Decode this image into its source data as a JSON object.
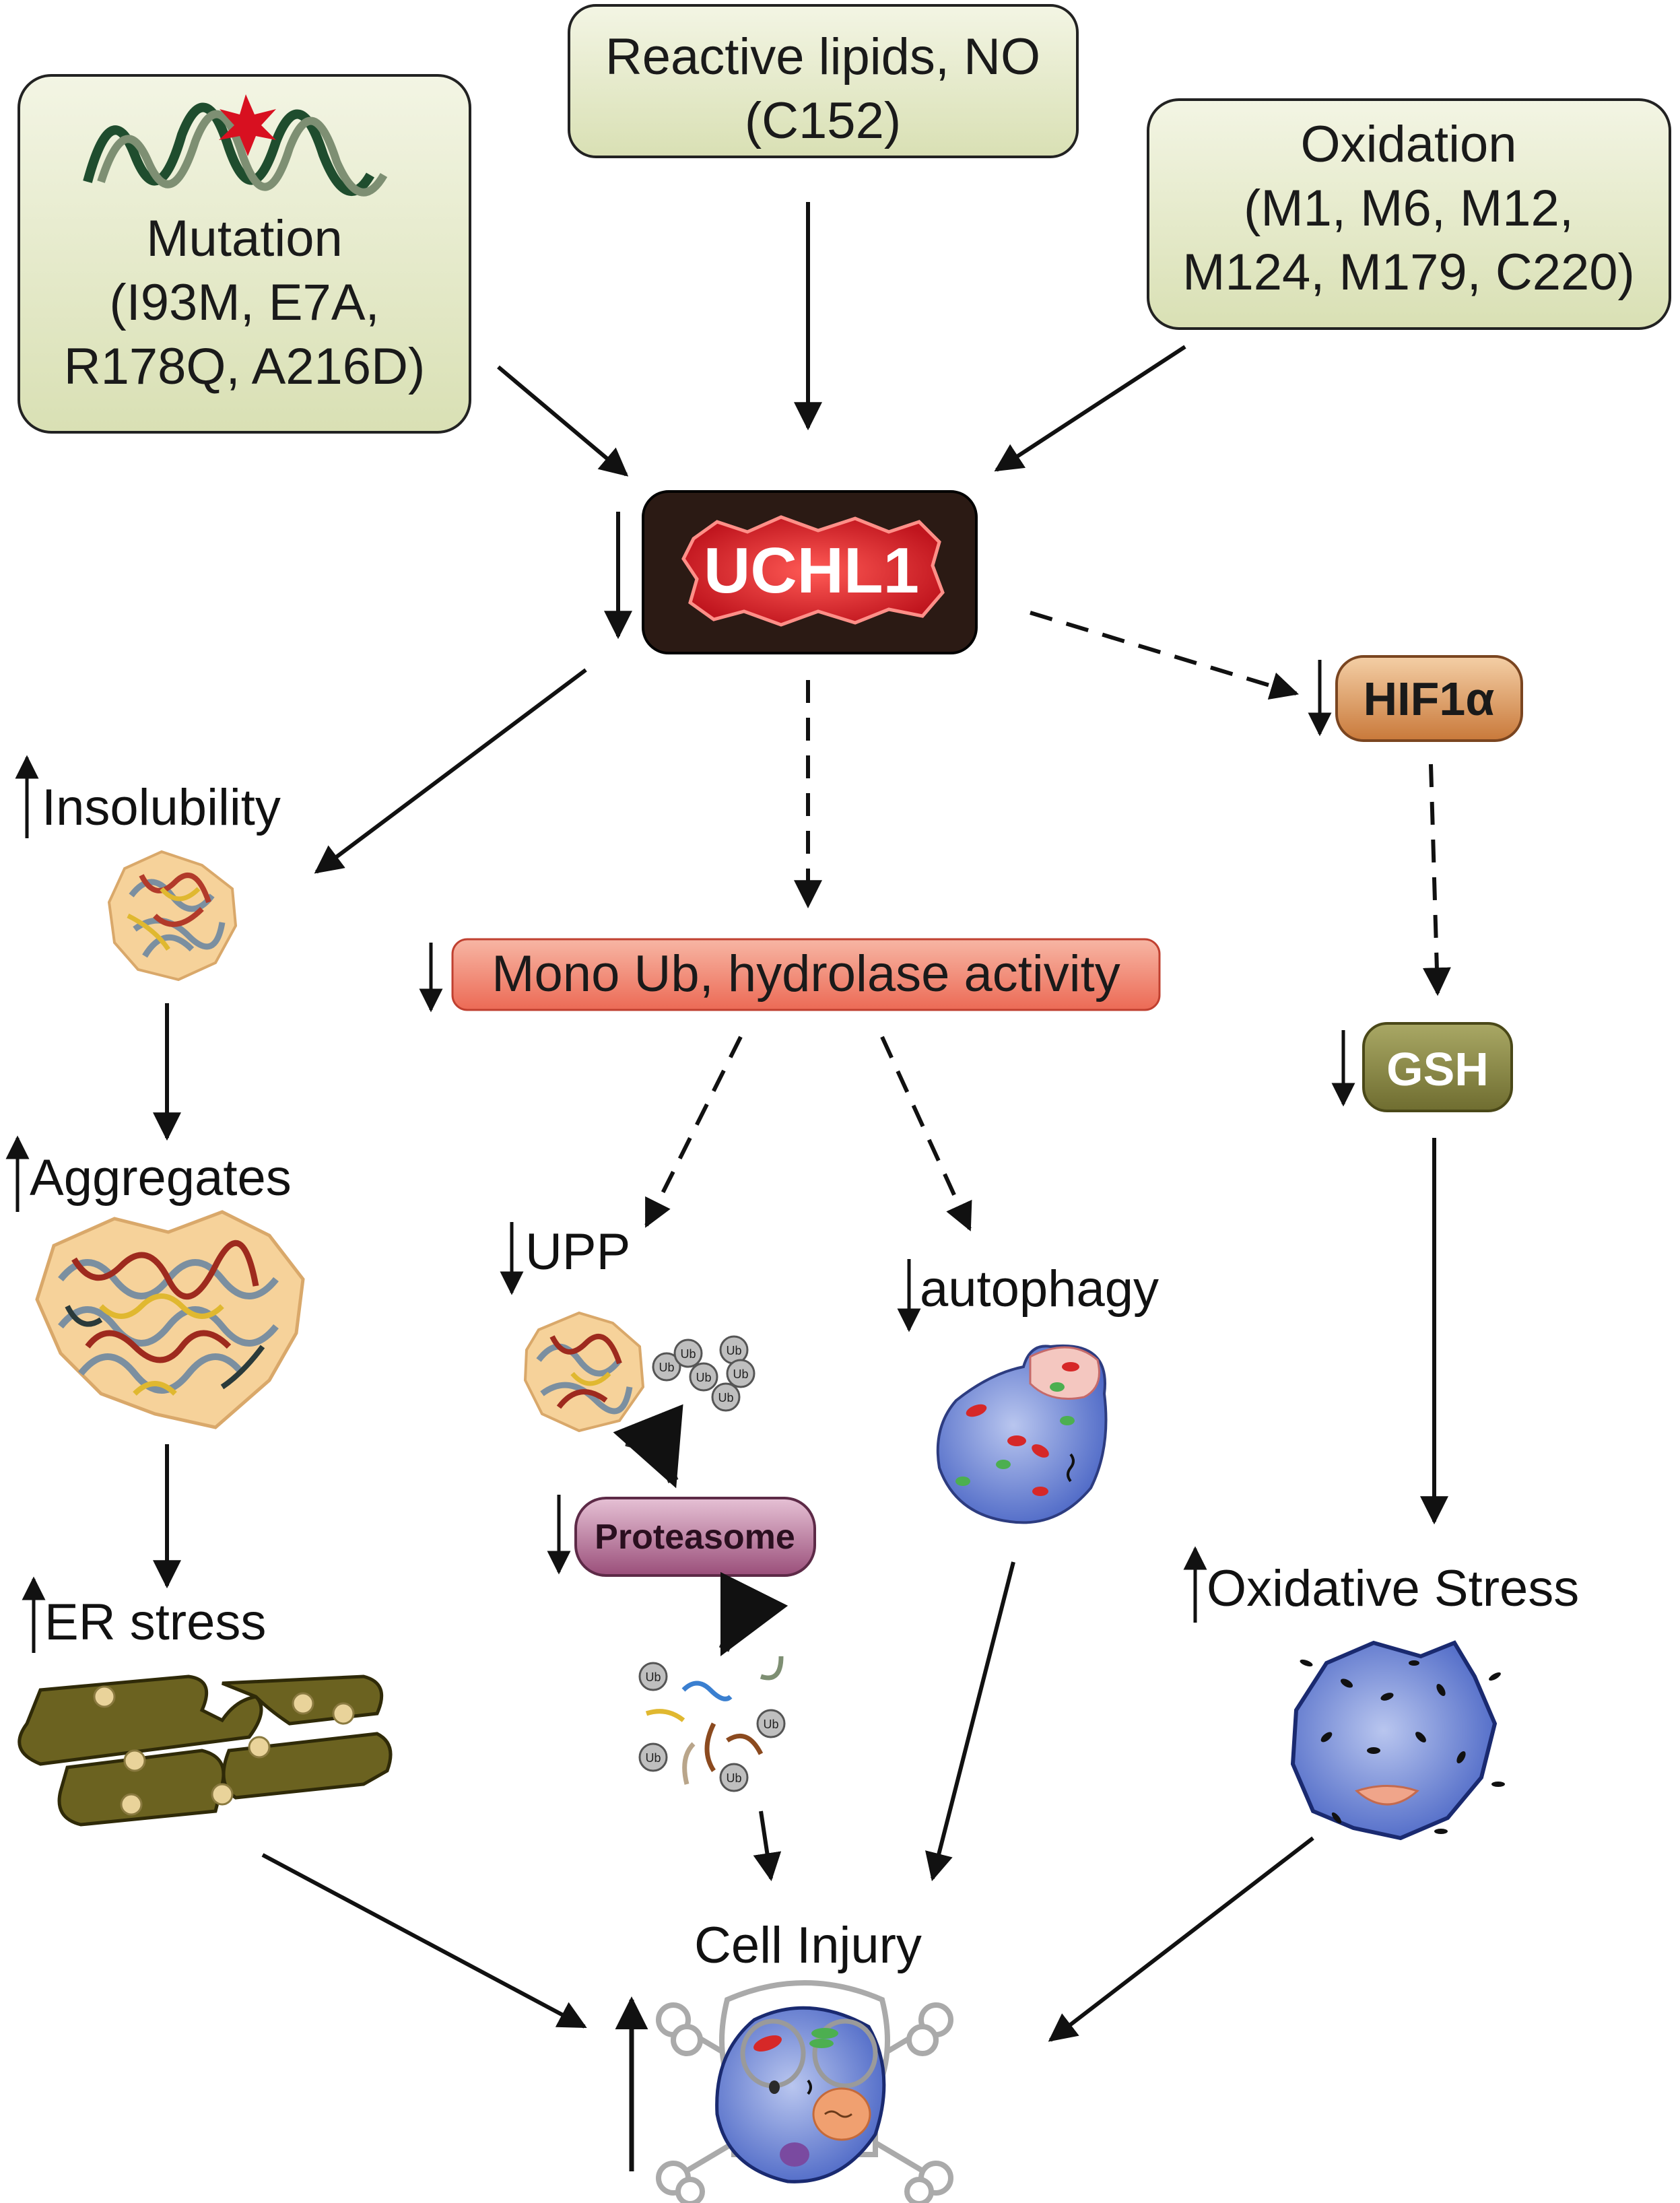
{
  "sources": {
    "mutation": {
      "title": "Mutation",
      "line1": "(I93M, E7A,",
      "line2": "R178Q, A216D)"
    },
    "lipids": {
      "line1": "Reactive lipids, NO",
      "line2": "(C152)"
    },
    "oxidation": {
      "title": "Oxidation",
      "line1": "(M1, M6, M12,",
      "line2": "M124, M179, C220)"
    }
  },
  "center": {
    "uchl1": "UCHL1",
    "mono_ub": "Mono Ub, hydrolase activity"
  },
  "left_branch": {
    "insolubility": "Insolubility",
    "aggregates": "Aggregates",
    "er_stress": "ER stress"
  },
  "middle_branch": {
    "upp": "UPP",
    "proteasome": "Proteasome",
    "autophagy": "autophagy",
    "ub": "Ub"
  },
  "right_branch": {
    "hif1a": "HIF1α",
    "gsh": "GSH",
    "oxidative_stress": "Oxidative Stress"
  },
  "outcome": {
    "cell_injury": "Cell Injury"
  },
  "colors": {
    "source_fill": "#e6ebcf",
    "uchl1_box": "#2b1a14",
    "uchl1_red": "#e8323a",
    "mono_ub": "#f2826e",
    "hif1a": "#d9955a",
    "gsh": "#8c8a45",
    "proteasome": "#a85d86",
    "er": "#6b6220"
  },
  "icons": [
    "dna-mutation-icon",
    "protein-aggregate-icon",
    "er-organelle-icon",
    "ubiquitin-icon",
    "autophagosome-icon",
    "stressed-cell-icon",
    "injured-cell-skull-icon"
  ]
}
